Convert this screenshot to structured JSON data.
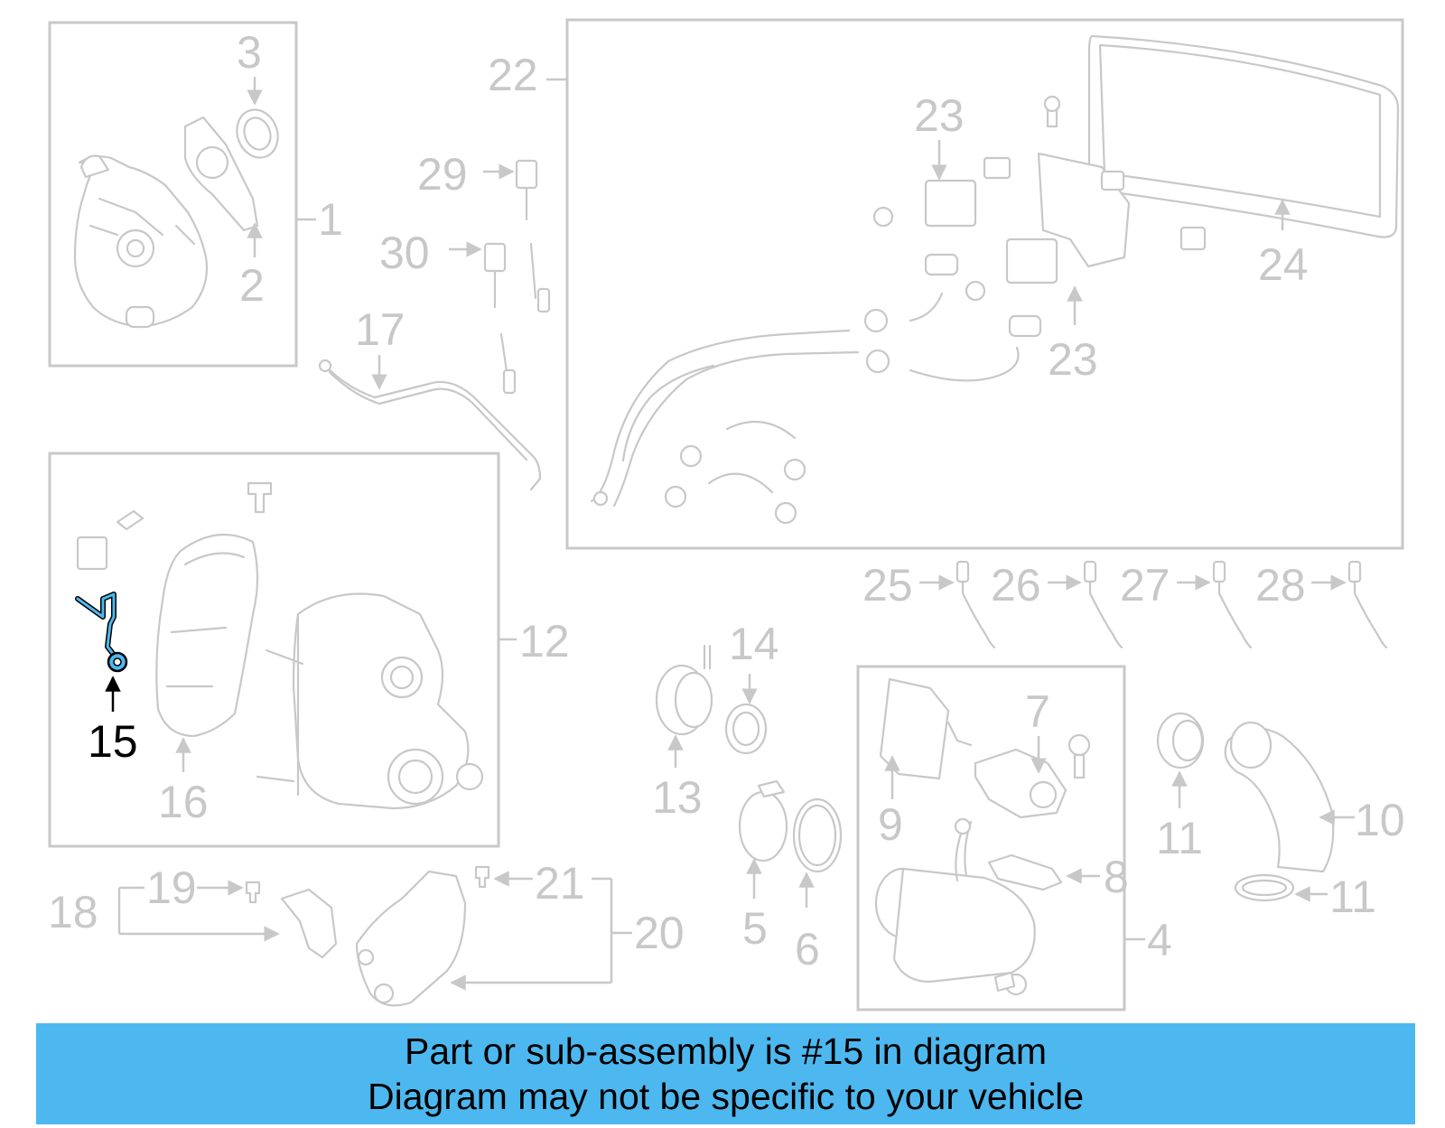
{
  "banner": {
    "line1": "Part or sub-assembly is #15 in diagram",
    "line2": "Diagram may not be specific to your vehicle"
  },
  "highlight": {
    "part_number": "15",
    "color": "#4db8ef"
  },
  "colors": {
    "diagram_gray": "#c8c8c8",
    "banner_bg": "#4db8ef",
    "highlight_text": "#000000"
  },
  "callouts": {
    "n1": "1",
    "n2": "2",
    "n3": "3",
    "n4": "4",
    "n5": "5",
    "n6": "6",
    "n7": "7",
    "n8": "8",
    "n9": "9",
    "n10a": "10",
    "n11a": "11",
    "n11b": "11",
    "n12": "12",
    "n13": "13",
    "n14": "14",
    "n15": "15",
    "n16": "16",
    "n17": "17",
    "n18": "18",
    "n19": "19",
    "n20": "20",
    "n21": "21",
    "n22": "22",
    "n23a": "23",
    "n23b": "23",
    "n24": "24",
    "n25": "25",
    "n26": "26",
    "n27": "27",
    "n28": "28",
    "n29": "29",
    "n30": "30"
  }
}
